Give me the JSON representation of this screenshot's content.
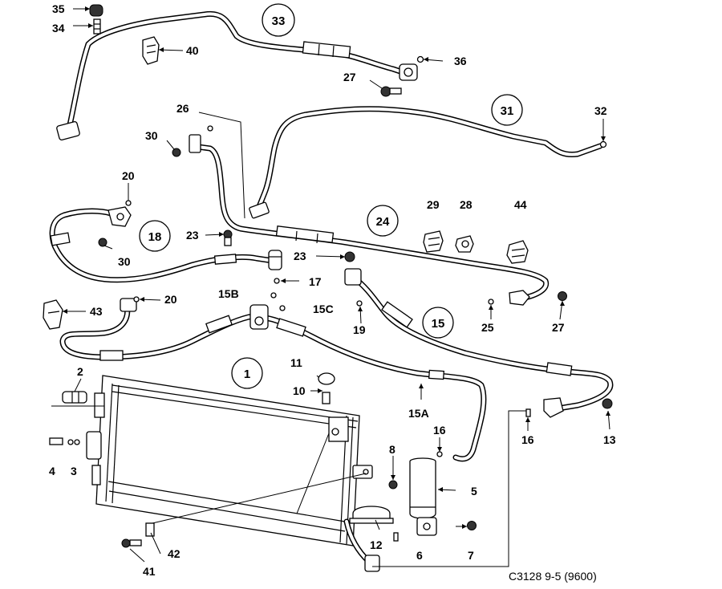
{
  "callouts": {
    "n1": "1",
    "n2": "2",
    "n3": "3",
    "n4": "4",
    "n5": "5",
    "n6": "6",
    "n7": "7",
    "n8": "8",
    "n10": "10",
    "n11": "11",
    "n12": "12",
    "n13": "13",
    "n15": "15",
    "n15a": "15A",
    "n15b": "15B",
    "n15c": "15C",
    "n16a": "16",
    "n16b": "16",
    "n17": "17",
    "n18": "18",
    "n19": "19",
    "n20a": "20",
    "n20b": "20",
    "n23a": "23",
    "n23b": "23",
    "n24": "24",
    "n25": "25",
    "n26": "26",
    "n27a": "27",
    "n27b": "27",
    "n28": "28",
    "n29": "29",
    "n30a": "30",
    "n30b": "30",
    "n31": "31",
    "n32": "32",
    "n33": "33",
    "n34": "34",
    "n35": "35",
    "n36": "36",
    "n40": "40",
    "n41": "41",
    "n42": "42",
    "n43": "43",
    "n44": "44"
  },
  "footer": {
    "code": "C3128 9-5 (9600)"
  }
}
